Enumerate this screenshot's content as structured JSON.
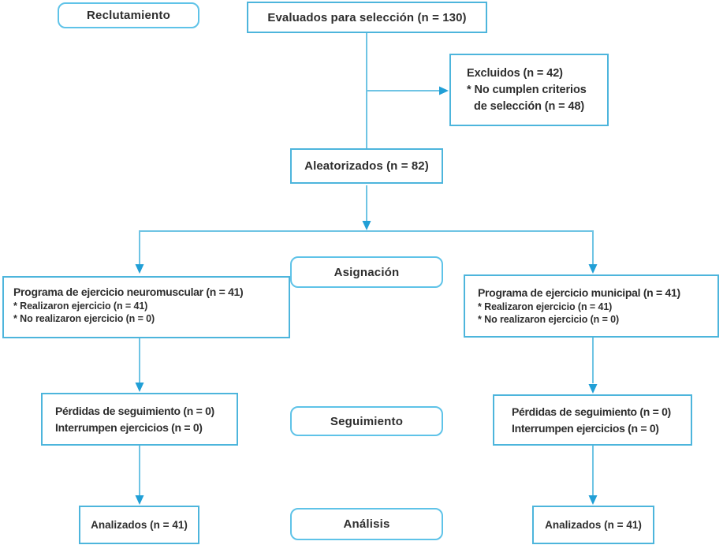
{
  "title": "Diagrama de flujo CONSORT del ensayo",
  "colors": {
    "box_border": "#4db5dc",
    "rounded_border": "#5fc3e8",
    "line": "#6fc4e4",
    "arrow": "#219fd6",
    "text": "#2e2e2e",
    "background": "#ffffff"
  },
  "stages": {
    "reclutamiento": {
      "label": "Reclutamiento"
    },
    "asignacion": {
      "label": "Asignación"
    },
    "seguimiento": {
      "label": "Seguimiento"
    },
    "analisis": {
      "label": "Análisis"
    }
  },
  "boxes": {
    "evaluados": {
      "text": "Evaluados para selección (n = 130)"
    },
    "excluidos": {
      "line1": "Excluidos (n = 42)",
      "line2": "* No cumplen criterios",
      "line3": "de selección (n = 48)"
    },
    "aleatorizados": {
      "text": "Aleatorizados (n = 82)"
    },
    "grupo_izq": {
      "title": "Programa de ejercicio neuromuscular (n = 41)",
      "bullet1": "* Realizaron ejercicio (n = 41)",
      "bullet2": "* No realizaron ejercicio (n = 0)"
    },
    "grupo_der": {
      "title": "Programa de ejercicio municipal (n = 41)",
      "bullet1": "* Realizaron ejercicio (n = 41)",
      "bullet2": "* No realizaron ejercicio (n = 0)"
    },
    "seg_izq": {
      "line1": "Pérdidas de seguimiento (n = 0)",
      "line2": "Interrumpen ejercicios (n = 0)"
    },
    "seg_der": {
      "line1": "Pérdidas de seguimiento (n = 0)",
      "line2": "Interrumpen ejercicios (n = 0)"
    },
    "analizados_izq": {
      "text": "Analizados (n = 41)"
    },
    "analizados_der": {
      "text": "Analizados (n = 41)"
    }
  }
}
